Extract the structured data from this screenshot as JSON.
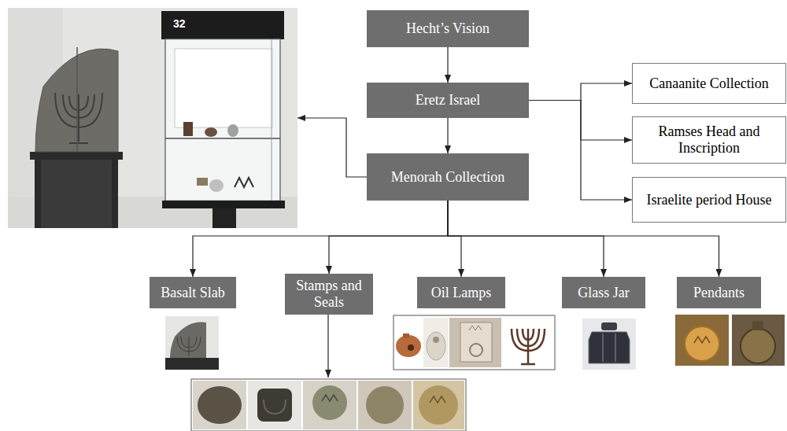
{
  "diagram": {
    "nodes": [
      {
        "text": [
          "Hecht’s Vision"
        ]
      },
      {
        "text": [
          "Eretz Israel"
        ]
      },
      {
        "text": [
          "Menorah Collection"
        ]
      },
      {
        "text": [
          "32"
        ]
      },
      {
        "text": [
          "Canaanite Collection"
        ]
      },
      {
        "text": [
          "Ramses Head and Inscription"
        ]
      },
      {
        "text": [
          "Israelite period House"
        ]
      },
      {
        "text": [
          "Basalt Slab"
        ]
      },
      {
        "text": [
          "Stamps and Seals"
        ]
      },
      {
        "text": [
          "Oil Lamps"
        ]
      },
      {
        "text": [
          "Glass Jar"
        ]
      },
      {
        "text": [
          "Pendants"
        ]
      }
    ],
    "edges": [
      {
        "from": 0,
        "to": 1,
        "arrow": "to"
      },
      {
        "from": 1,
        "to": 2,
        "arrow": "to"
      },
      {
        "from": 2,
        "to": 3,
        "arrow": "to"
      },
      {
        "from": 1,
        "to": 4,
        "arrow": "to"
      },
      {
        "from": 1,
        "to": 5,
        "arrow": "to"
      },
      {
        "from": 1,
        "to": 6,
        "arrow": "to"
      },
      {
        "from": 2,
        "to": 7,
        "arrow": "to"
      },
      {
        "from": 2,
        "to": 8,
        "arrow": "to"
      },
      {
        "from": 2,
        "to": 9,
        "arrow": "to"
      },
      {
        "from": 2,
        "to": 10,
        "arrow": "to"
      },
      {
        "from": 2,
        "to": 11,
        "arrow": "to"
      }
    ]
  }
}
